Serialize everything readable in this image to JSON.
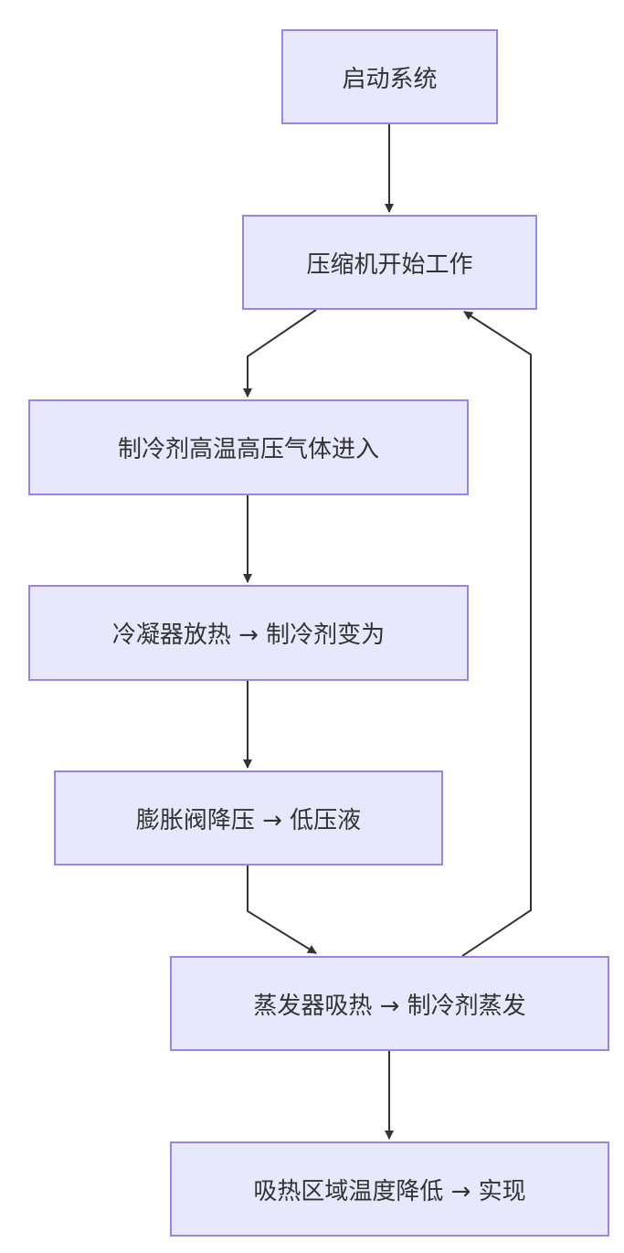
{
  "diagram": {
    "type": "flowchart",
    "direction": "top-down",
    "colors": {
      "node_fill": "#e8e8fd",
      "node_border": "#9a86e0",
      "edge": "#333333",
      "text": "#333333"
    },
    "nodes": [
      {
        "id": "A",
        "label": "启动系统"
      },
      {
        "id": "B",
        "label": "压缩机开始工作"
      },
      {
        "id": "C",
        "label": "制冷剂高温高压气体进入"
      },
      {
        "id": "D",
        "label": "冷凝器放热 → 制冷剂变为"
      },
      {
        "id": "E",
        "label": "膨胀阀降压 → 低压液"
      },
      {
        "id": "F",
        "label": "蒸发器吸热 → 制冷剂蒸发"
      },
      {
        "id": "G",
        "label": "吸热区域温度降低 → 实现"
      }
    ],
    "edges": [
      {
        "from": "A",
        "to": "B"
      },
      {
        "from": "B",
        "to": "C"
      },
      {
        "from": "C",
        "to": "D"
      },
      {
        "from": "D",
        "to": "E"
      },
      {
        "from": "E",
        "to": "F"
      },
      {
        "from": "F",
        "to": "G"
      },
      {
        "from": "F",
        "to": "B"
      }
    ]
  }
}
